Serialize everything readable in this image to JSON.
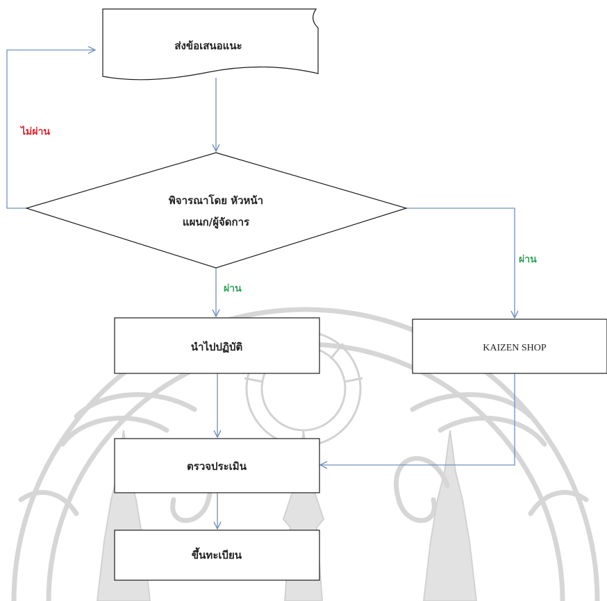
{
  "flowchart": {
    "nodes": {
      "submit": {
        "label": "ส่งข้อเสนอแนะ",
        "shape": "document"
      },
      "review": {
        "label_line1": "พิจารณาโดย หัวหน้า",
        "label_line2": "แผนก/ผู้จัดการ",
        "shape": "decision"
      },
      "implement": {
        "label": "นำไปปฏิบัติ",
        "shape": "process"
      },
      "kaizen_shop": {
        "label": "KAIZEN SHOP",
        "shape": "process"
      },
      "evaluate": {
        "label": "ตรวจประเมิน",
        "shape": "process"
      },
      "register": {
        "label": "ขึ้นทะเบียน",
        "shape": "process"
      }
    },
    "edges": {
      "fail_label": "ไม่ผ่าน",
      "pass_down_label": "ผ่าน",
      "pass_right_label": "ผ่าน"
    },
    "colors": {
      "connector": "#6f8fbf",
      "fail": "#e0202a",
      "pass": "#2fa35a",
      "shape_border": "#1a1a1a",
      "watermark": "#d6d6d6"
    }
  }
}
